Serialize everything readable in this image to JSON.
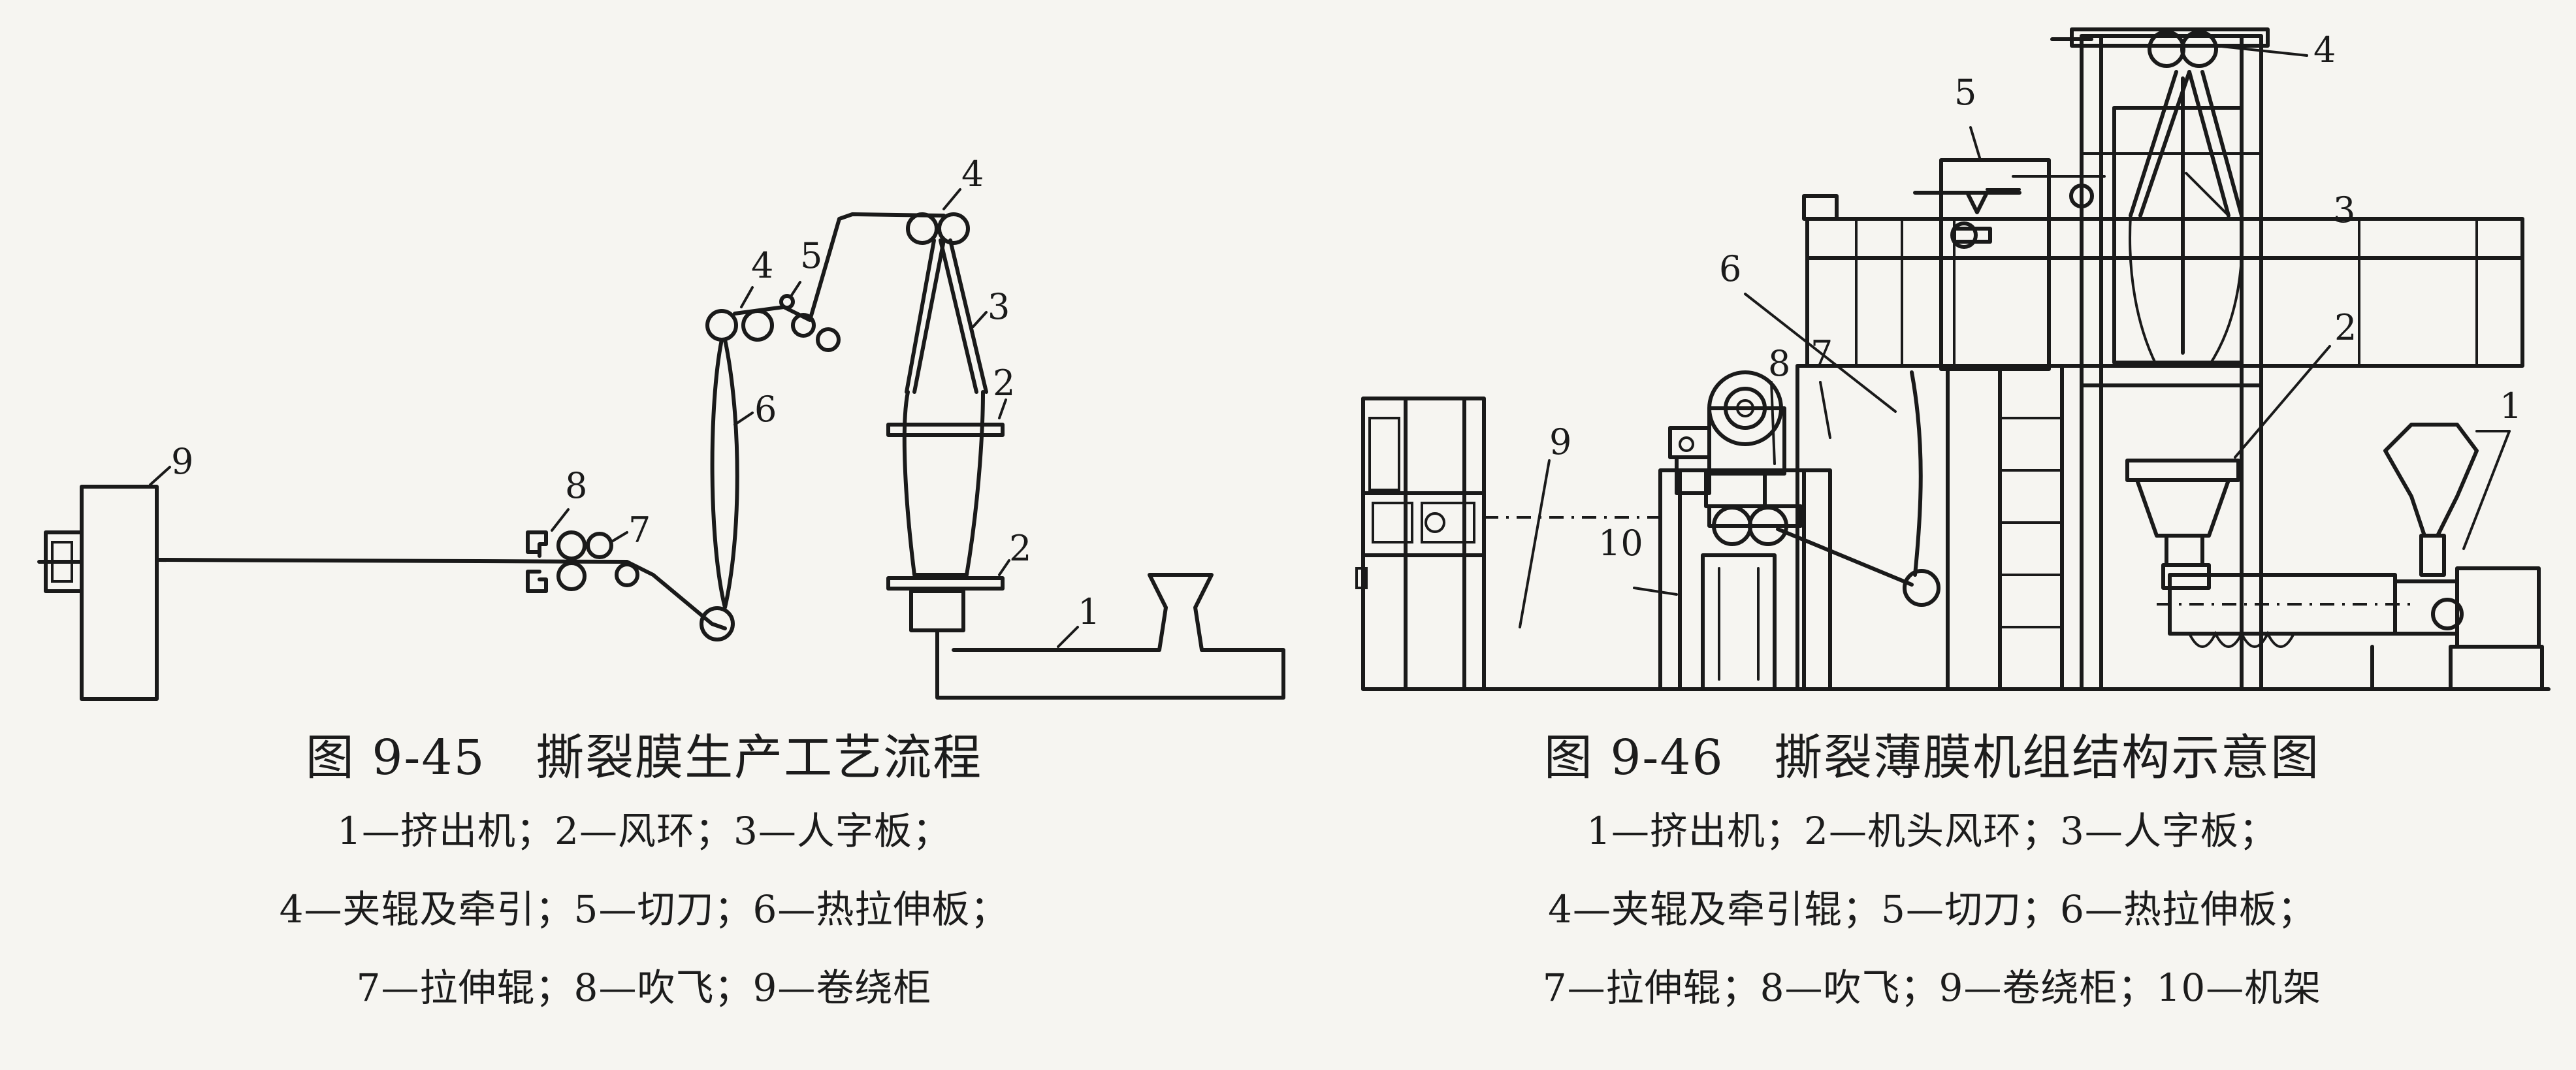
{
  "figures": [
    {
      "title": "图 9-45   撕裂膜生产工艺流程",
      "legend_lines": [
        "1—挤出机；2—风环；3—人字板；",
        "4—夹辊及牵引；5—切刀；6—热拉伸板；",
        "7—拉伸辊；8—吹飞；9—卷绕柜"
      ],
      "callouts": [
        "1",
        "2",
        "2",
        "3",
        "4",
        "4",
        "5",
        "6",
        "7",
        "8",
        "9"
      ]
    },
    {
      "title": "图 9-46   撕裂薄膜机组结构示意图",
      "legend_lines": [
        "1—挤出机；2—机头风环；3—人字板；",
        "4—夹辊及牵引辊；5—切刀；6—热拉伸板；",
        "7—拉伸辊；8—吹飞；9—卷绕柜；10—机架"
      ],
      "callouts": [
        "1",
        "2",
        "3",
        "4",
        "5",
        "6",
        "7",
        "8",
        "9",
        "10"
      ]
    }
  ]
}
